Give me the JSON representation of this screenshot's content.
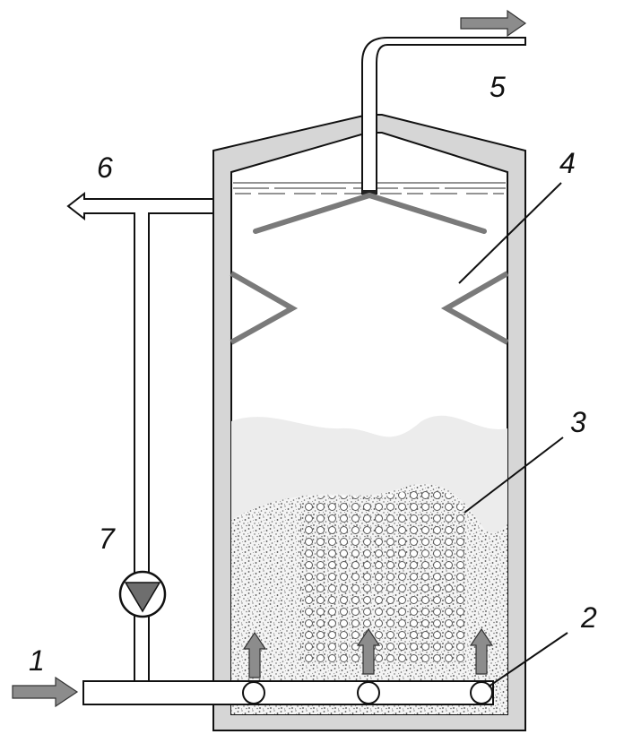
{
  "labels": {
    "l1": "1",
    "l2": "2",
    "l3": "3",
    "l4": "4",
    "l5": "5",
    "l6": "6",
    "l7": "7"
  },
  "colors": {
    "outline": "#111111",
    "wall": "#d6d6d6",
    "baffle": "#7a7a7a",
    "arrow_fill": "#8c8c8c",
    "blanket": "#ececec",
    "sludge": "#b0b0b0",
    "pump_triangle": "#6e6e6e"
  },
  "icons": {
    "flow_arrow": "block-arrow-icon",
    "pump": "pump-icon"
  }
}
